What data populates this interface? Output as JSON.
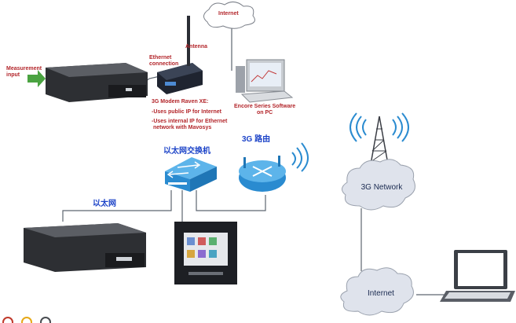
{
  "labels": {
    "measurement_input": "Measurement\ninput",
    "ethernet_connection": "Ethernet\nconnection",
    "antenna": "Antenna",
    "internet_top": "Internet",
    "modem_desc_title": "3G Modem Raven XE:",
    "modem_desc_line1": "-Uses public IP for Internet",
    "modem_desc_line2": "-Uses internal IP for Ethernet\n network with Mavosys",
    "encore_software": "Encore Series Software\non PC",
    "switch_label": "以太网交换机",
    "router_label": "3G 路由",
    "ethernet_label": "以太网",
    "network_3g": "3G Network",
    "internet_bottom": "Internet"
  },
  "colors": {
    "red_label": "#b3262b",
    "blue_label": "#1d44c8",
    "device_blue": "#2a8bd0",
    "cloud_fill": "#dfe3ec",
    "wire": "#5d6670"
  }
}
